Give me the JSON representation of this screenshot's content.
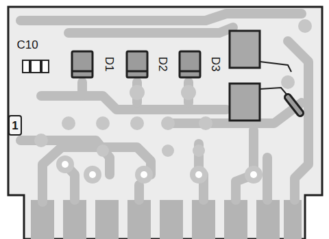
{
  "diagram": {
    "nodes": [
      {
        "text": [
          "1"
        ]
      }
    ],
    "labels": [
      "C10",
      "D1",
      "D2",
      "D3"
    ]
  }
}
